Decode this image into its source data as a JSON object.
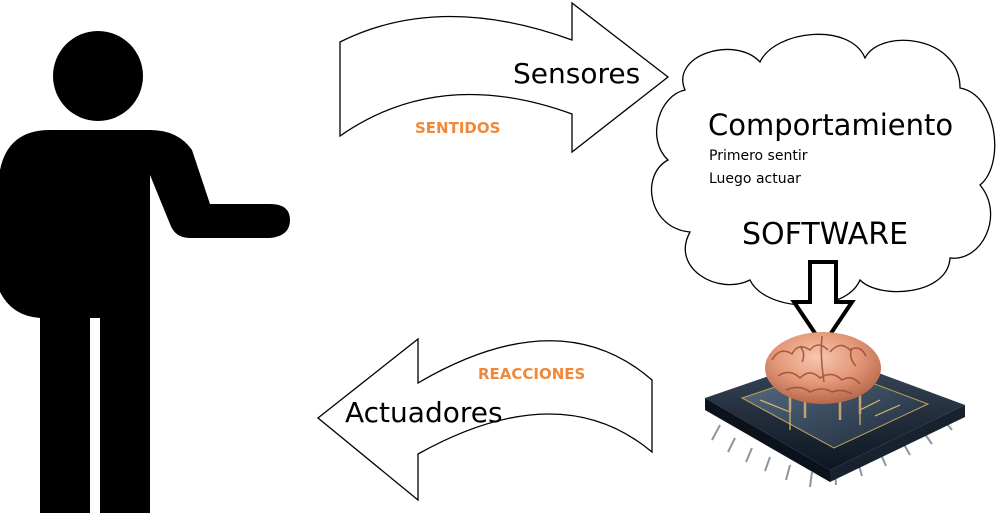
{
  "top_arrow": {
    "label": "Sensores",
    "caption": "SENTIDOS"
  },
  "bottom_arrow": {
    "label": "Actuadores",
    "caption": "REACCIONES"
  },
  "cloud": {
    "title": "Comportamiento",
    "lines": [
      "Primero sentir",
      "Luego actuar"
    ],
    "footer": "SOFTWARE"
  },
  "colors": {
    "accent": "#f0883a",
    "figure": "#000000",
    "outline": "#000000"
  },
  "icons": [
    "person-icon",
    "brain-chip-icon",
    "down-arrow-icon"
  ]
}
